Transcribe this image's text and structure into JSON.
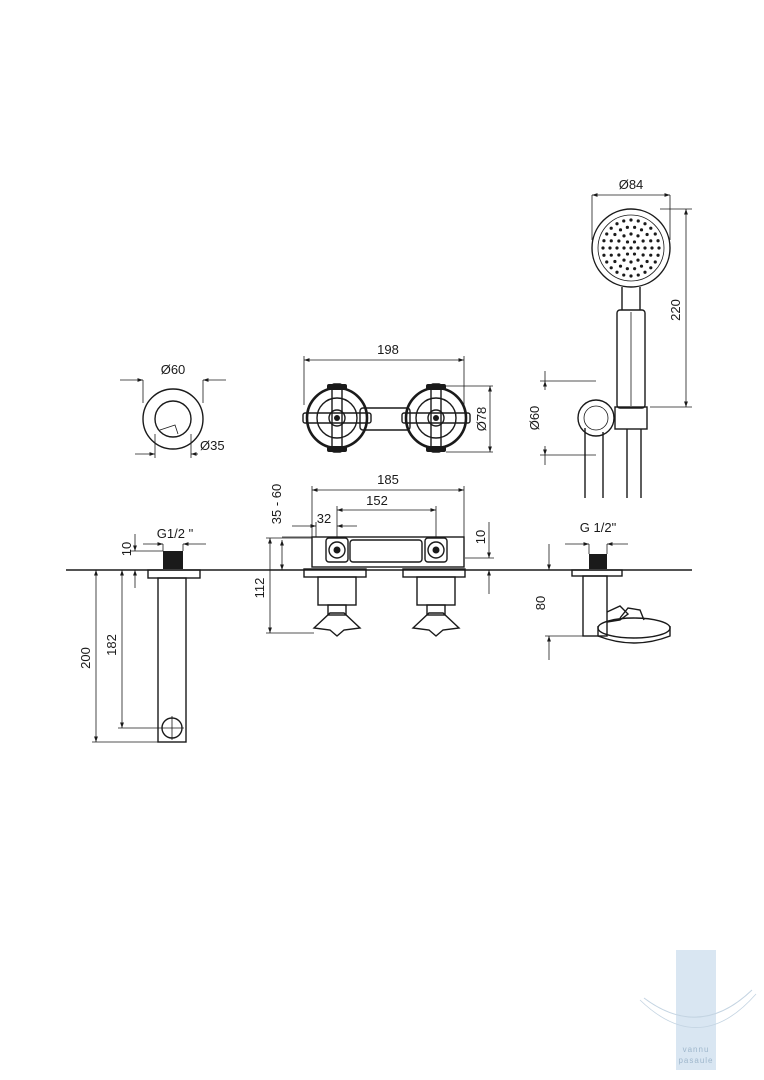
{
  "dimensions": {
    "d_handshower": "Ø84",
    "h_handshower": "220",
    "d_spout_rosette": "Ø60",
    "d_spout": "Ø35",
    "w_handles": "198",
    "d_handle": "Ø78",
    "d_holder": "Ø60",
    "w_valves": "185",
    "w_valve_ctr": "152",
    "w_valve_off": "32",
    "deck_range": "35 - 60",
    "h_valve_top": "10",
    "h_valve_total": "112",
    "thread_spout": "G1/2 \"",
    "h_spout_top": "10",
    "h_spout_total": "200",
    "h_spout_outlet": "182",
    "thread_holder": "G 1/2\"",
    "h_holder": "80"
  },
  "colors": {
    "ink": "#1a1a1a",
    "watermark": "#c9dcec"
  },
  "watermark": {
    "line1": "vannu",
    "line2": "pasaule"
  }
}
